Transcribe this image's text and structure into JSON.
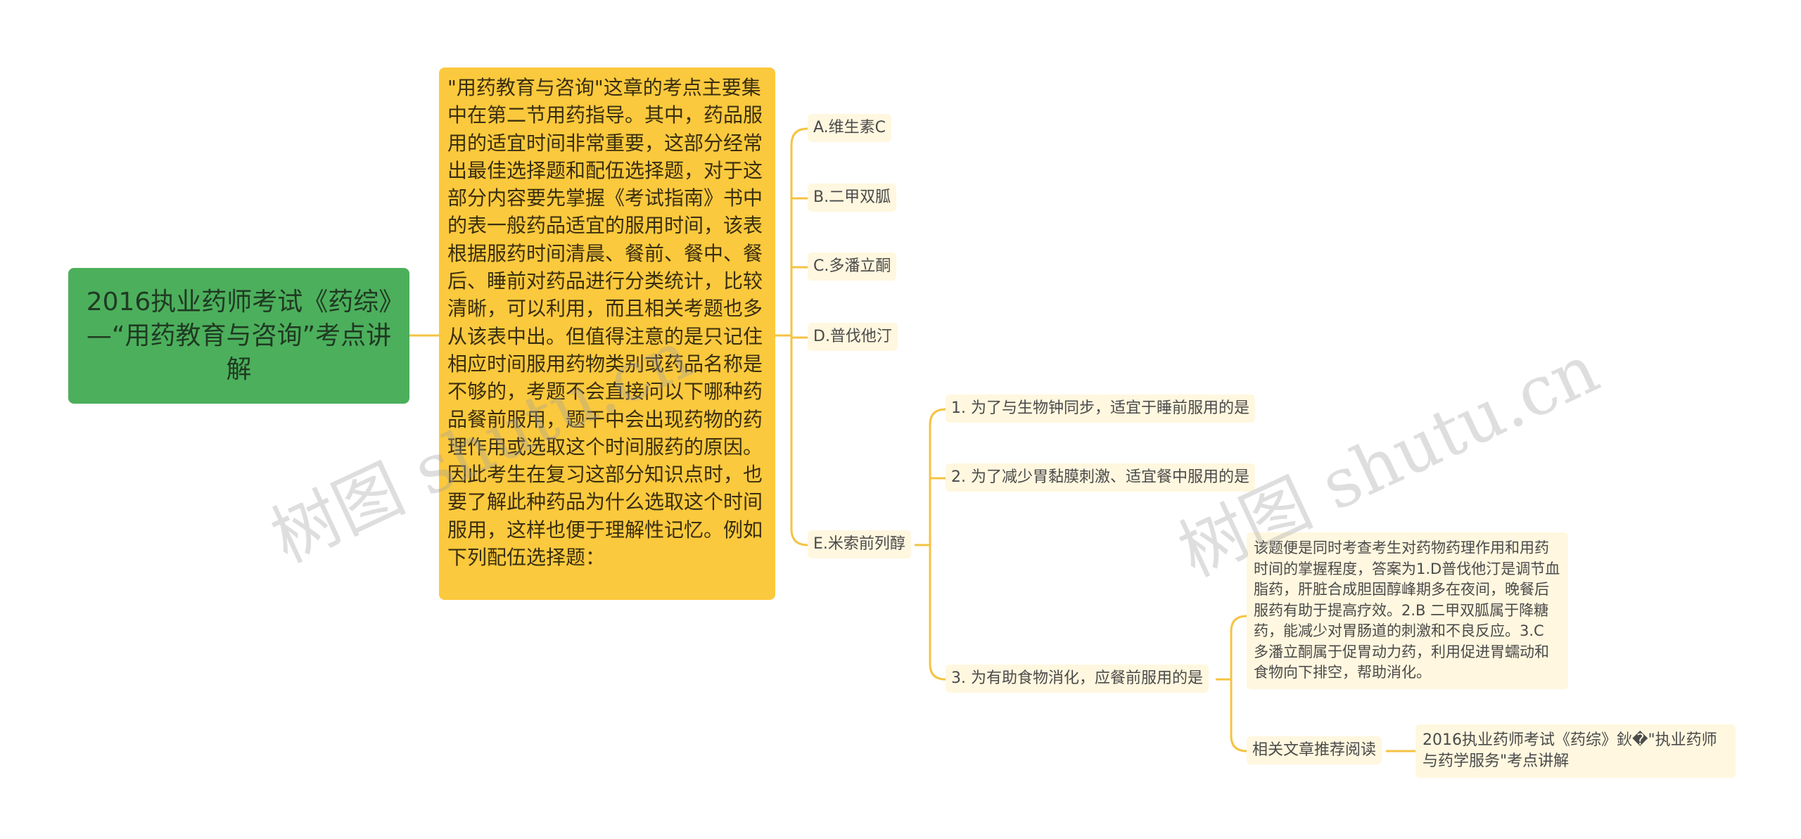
{
  "root": {
    "title": "2016执业药师考试《药综》—“用药教育与咨询”考点讲解"
  },
  "main": {
    "text": "\"用药教育与咨询\"这章的考点主要集中在第二节用药指导。其中，药品服用的适宜时间非常重要，这部分经常出最佳选择题和配伍选择题，对于这部分内容要先掌握《考试指南》书中的表一般药品适宜的服用时间，该表根据服药时间清晨、餐前、餐中、餐后、睡前对药品进行分类统计，比较清晰，可以利用，而且相关考题也多从该表中出。但值得注意的是只记住相应时间服用药物类别或药品名称是不够的，考题不会直接问以下哪种药品餐前服用，题干中会出现药物的药理作用或选取这个时间服药的原因。因此考生在复习这部分知识点时，也要了解此种药品为什么选取这个时间服用，这样也便于理解性记忆。例如下列配伍选择题："
  },
  "options": [
    "A.维生素C",
    "B.二甲双胍",
    "C.多潘立酮",
    "D.普伐他汀",
    "E.米索前列醇"
  ],
  "questions": [
    "1. 为了与生物钟同步，适宜于睡前服用的是",
    "2. 为了减少胃黏膜刺激、适宜餐中服用的是",
    "3. 为有助食物消化，应餐前服用的是"
  ],
  "answer_note": "该题便是同时考查考生对药物药理作用和用药时间的掌握程度，答案为1.D普伐他汀是调节血脂药，肝脏合成胆固醇峰期多在夜间，晚餐后服药有助于提高疗效。2.B 二甲双胍属于降糖药，能减少对胃肠道的刺激和不良反应。3.C 多潘立酮属于促胃动力药，利用促进胃蠕动和食物向下排空，帮助消化。",
  "related": {
    "label": "相关文章推荐阅读",
    "article": "2016执业药师考试《药综》鈥�\"执业药师与药学服务\"考点讲解"
  },
  "watermarks": [
    "树图 shutu.cn",
    "树图 shutu.cn"
  ],
  "colors": {
    "root": "#4caf5c",
    "main": "#fbc93d",
    "leaf": "#fff7df",
    "line": "#f5c343"
  }
}
